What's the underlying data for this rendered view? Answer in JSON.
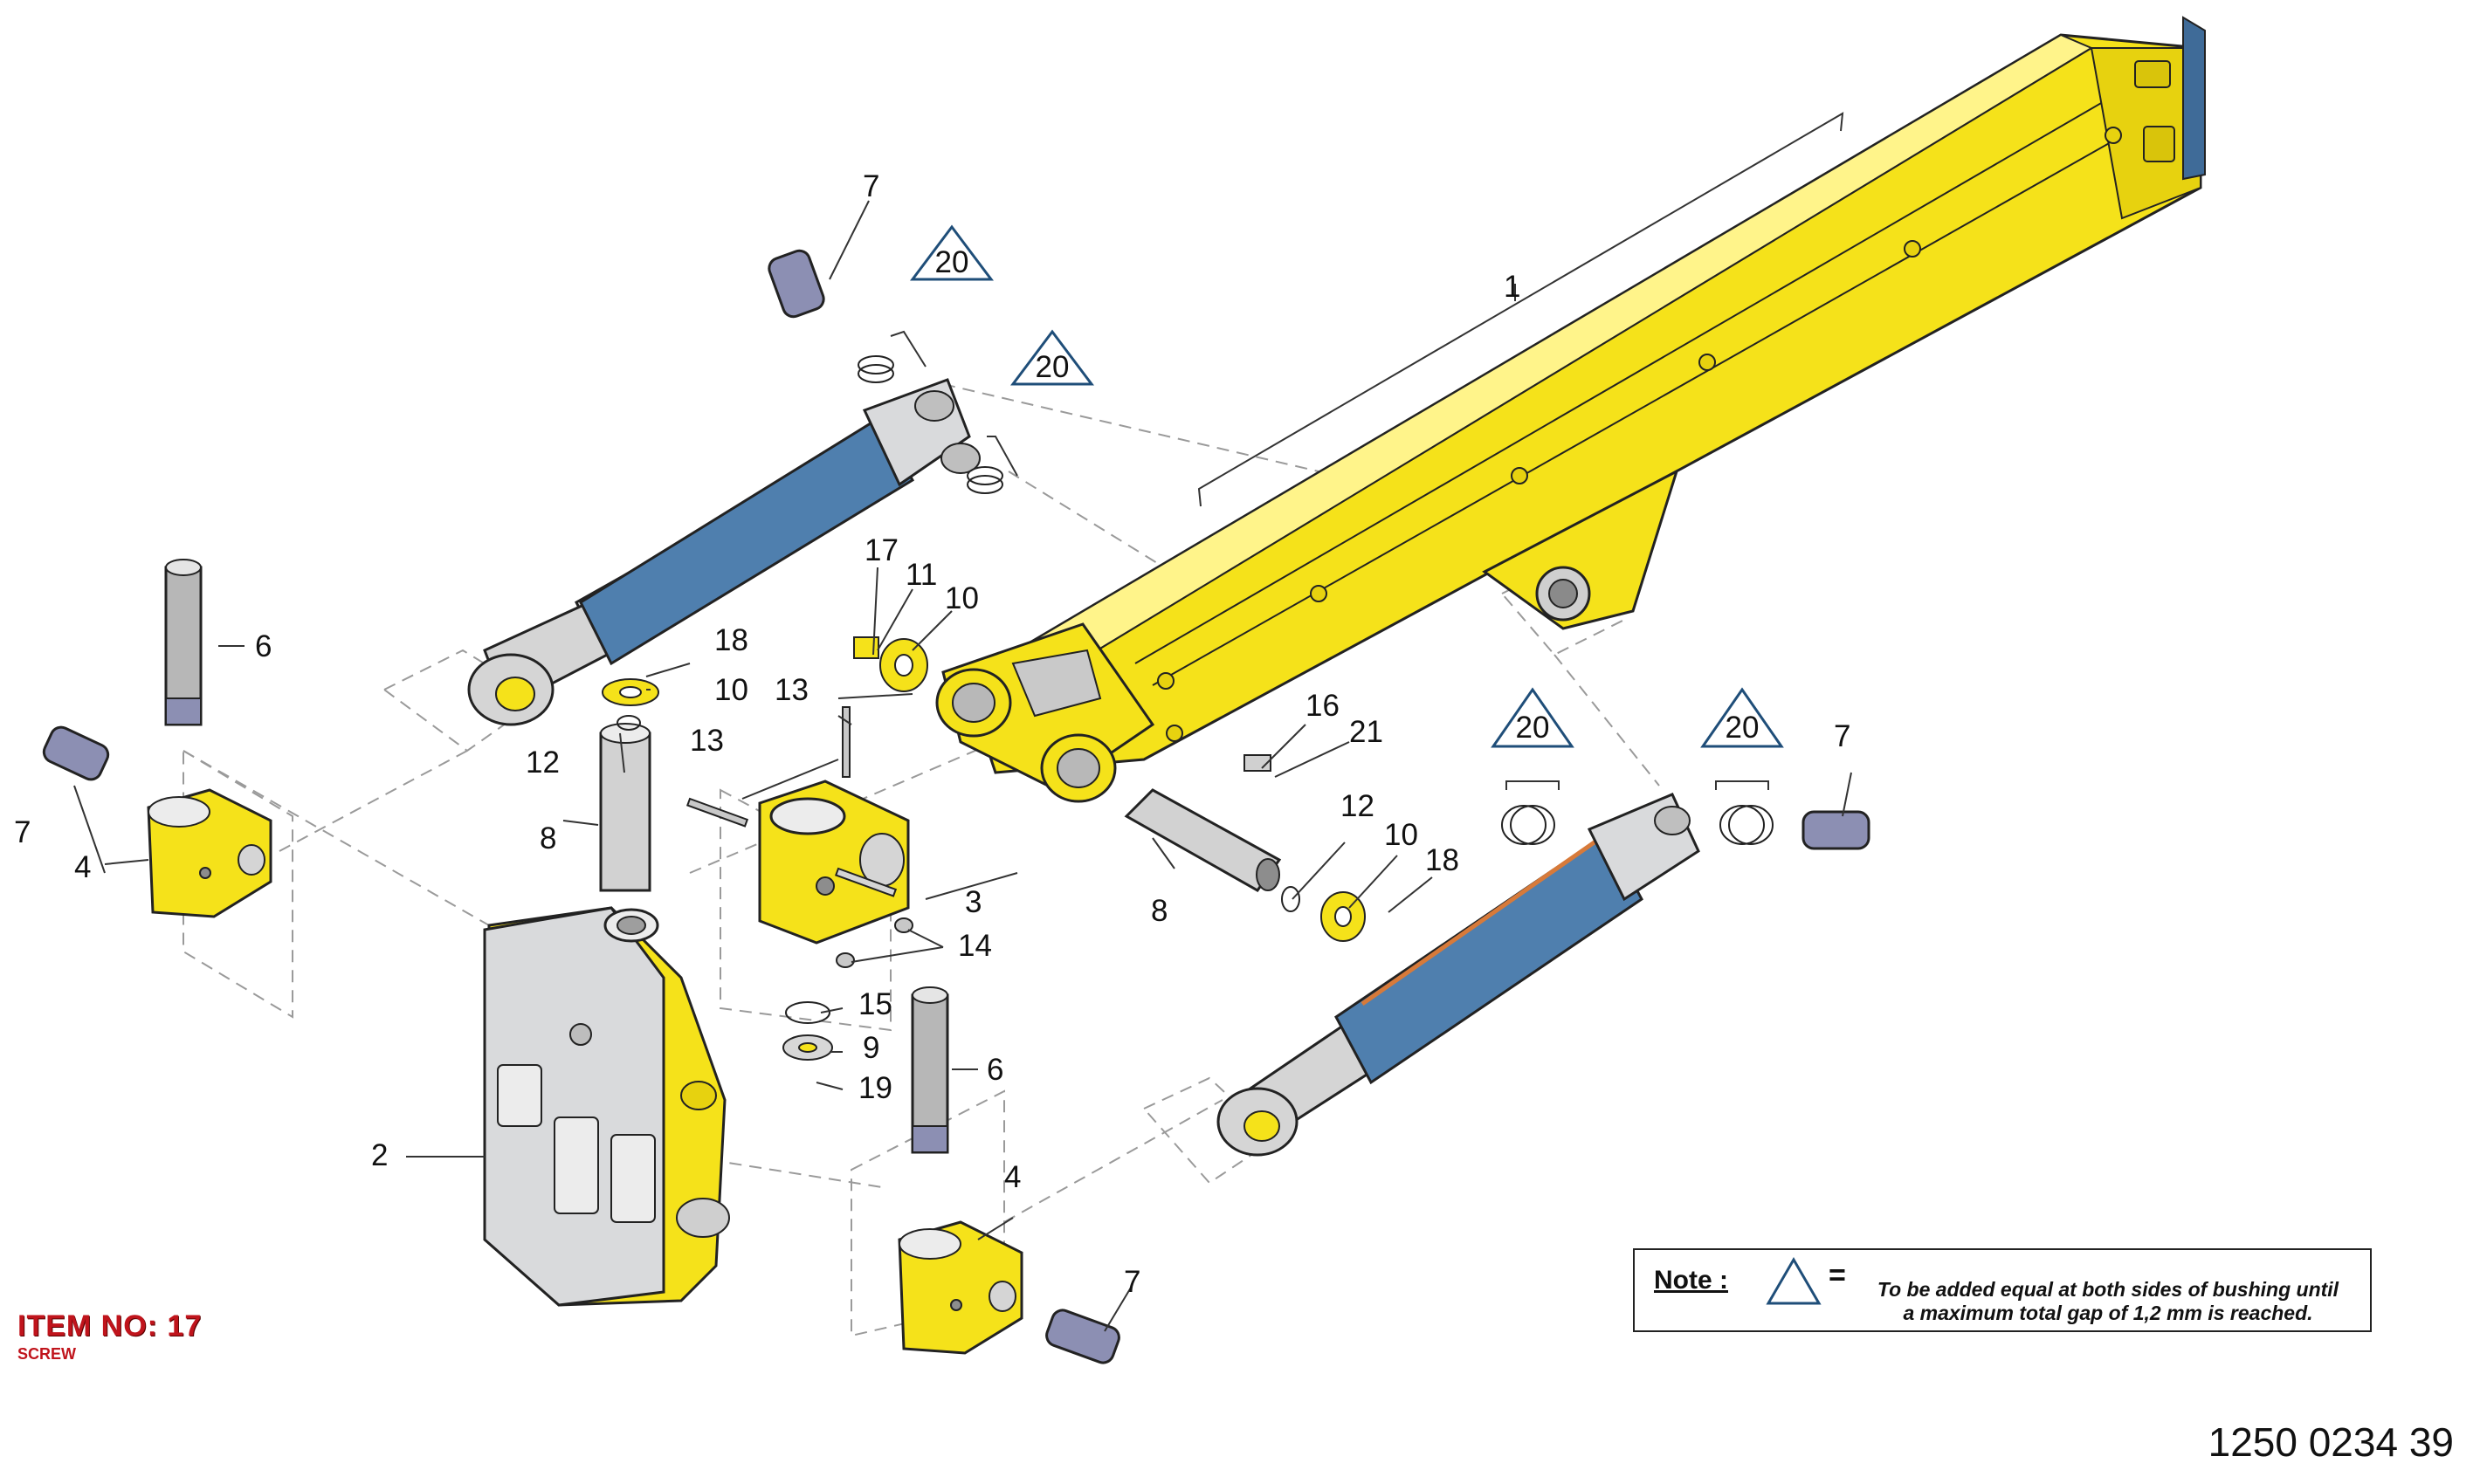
{
  "item": {
    "title": "ITEM NO: 17",
    "subtitle": "SCREW"
  },
  "note": {
    "label": "Note :",
    "equals": "=",
    "line1": "To be added equal at both sides of bushing until",
    "line2": "a maximum total gap of 1,2 mm is reached."
  },
  "drawing_number": "1250 0234 39",
  "gap_marker_label": "20",
  "callouts": {
    "c1": "1",
    "c2": "2",
    "c3": "3",
    "c4a": "4",
    "c4b": "4",
    "c6a": "6",
    "c6b": "6",
    "c7a": "7",
    "c7b": "7",
    "c7c": "7",
    "c7d": "7",
    "c8a": "8",
    "c8b": "8",
    "c9": "9",
    "c10a": "10",
    "c10b": "10",
    "c10c": "10",
    "c11": "11",
    "c12a": "12",
    "c12b": "12",
    "c13a": "13",
    "c13b": "13",
    "c14": "14",
    "c15": "15",
    "c16": "16",
    "c17": "17",
    "c18a": "18",
    "c18b": "18",
    "c19": "19",
    "c21": "21"
  },
  "colors": {
    "boom_yellow": "#f5e21a",
    "cylinder_blue": "#4f7fae",
    "rod_grey": "#d5d5d5",
    "bracket_grey": "#d9dadc",
    "warning_red": "#c0141c",
    "marker_triangle": "#1f4e79"
  }
}
